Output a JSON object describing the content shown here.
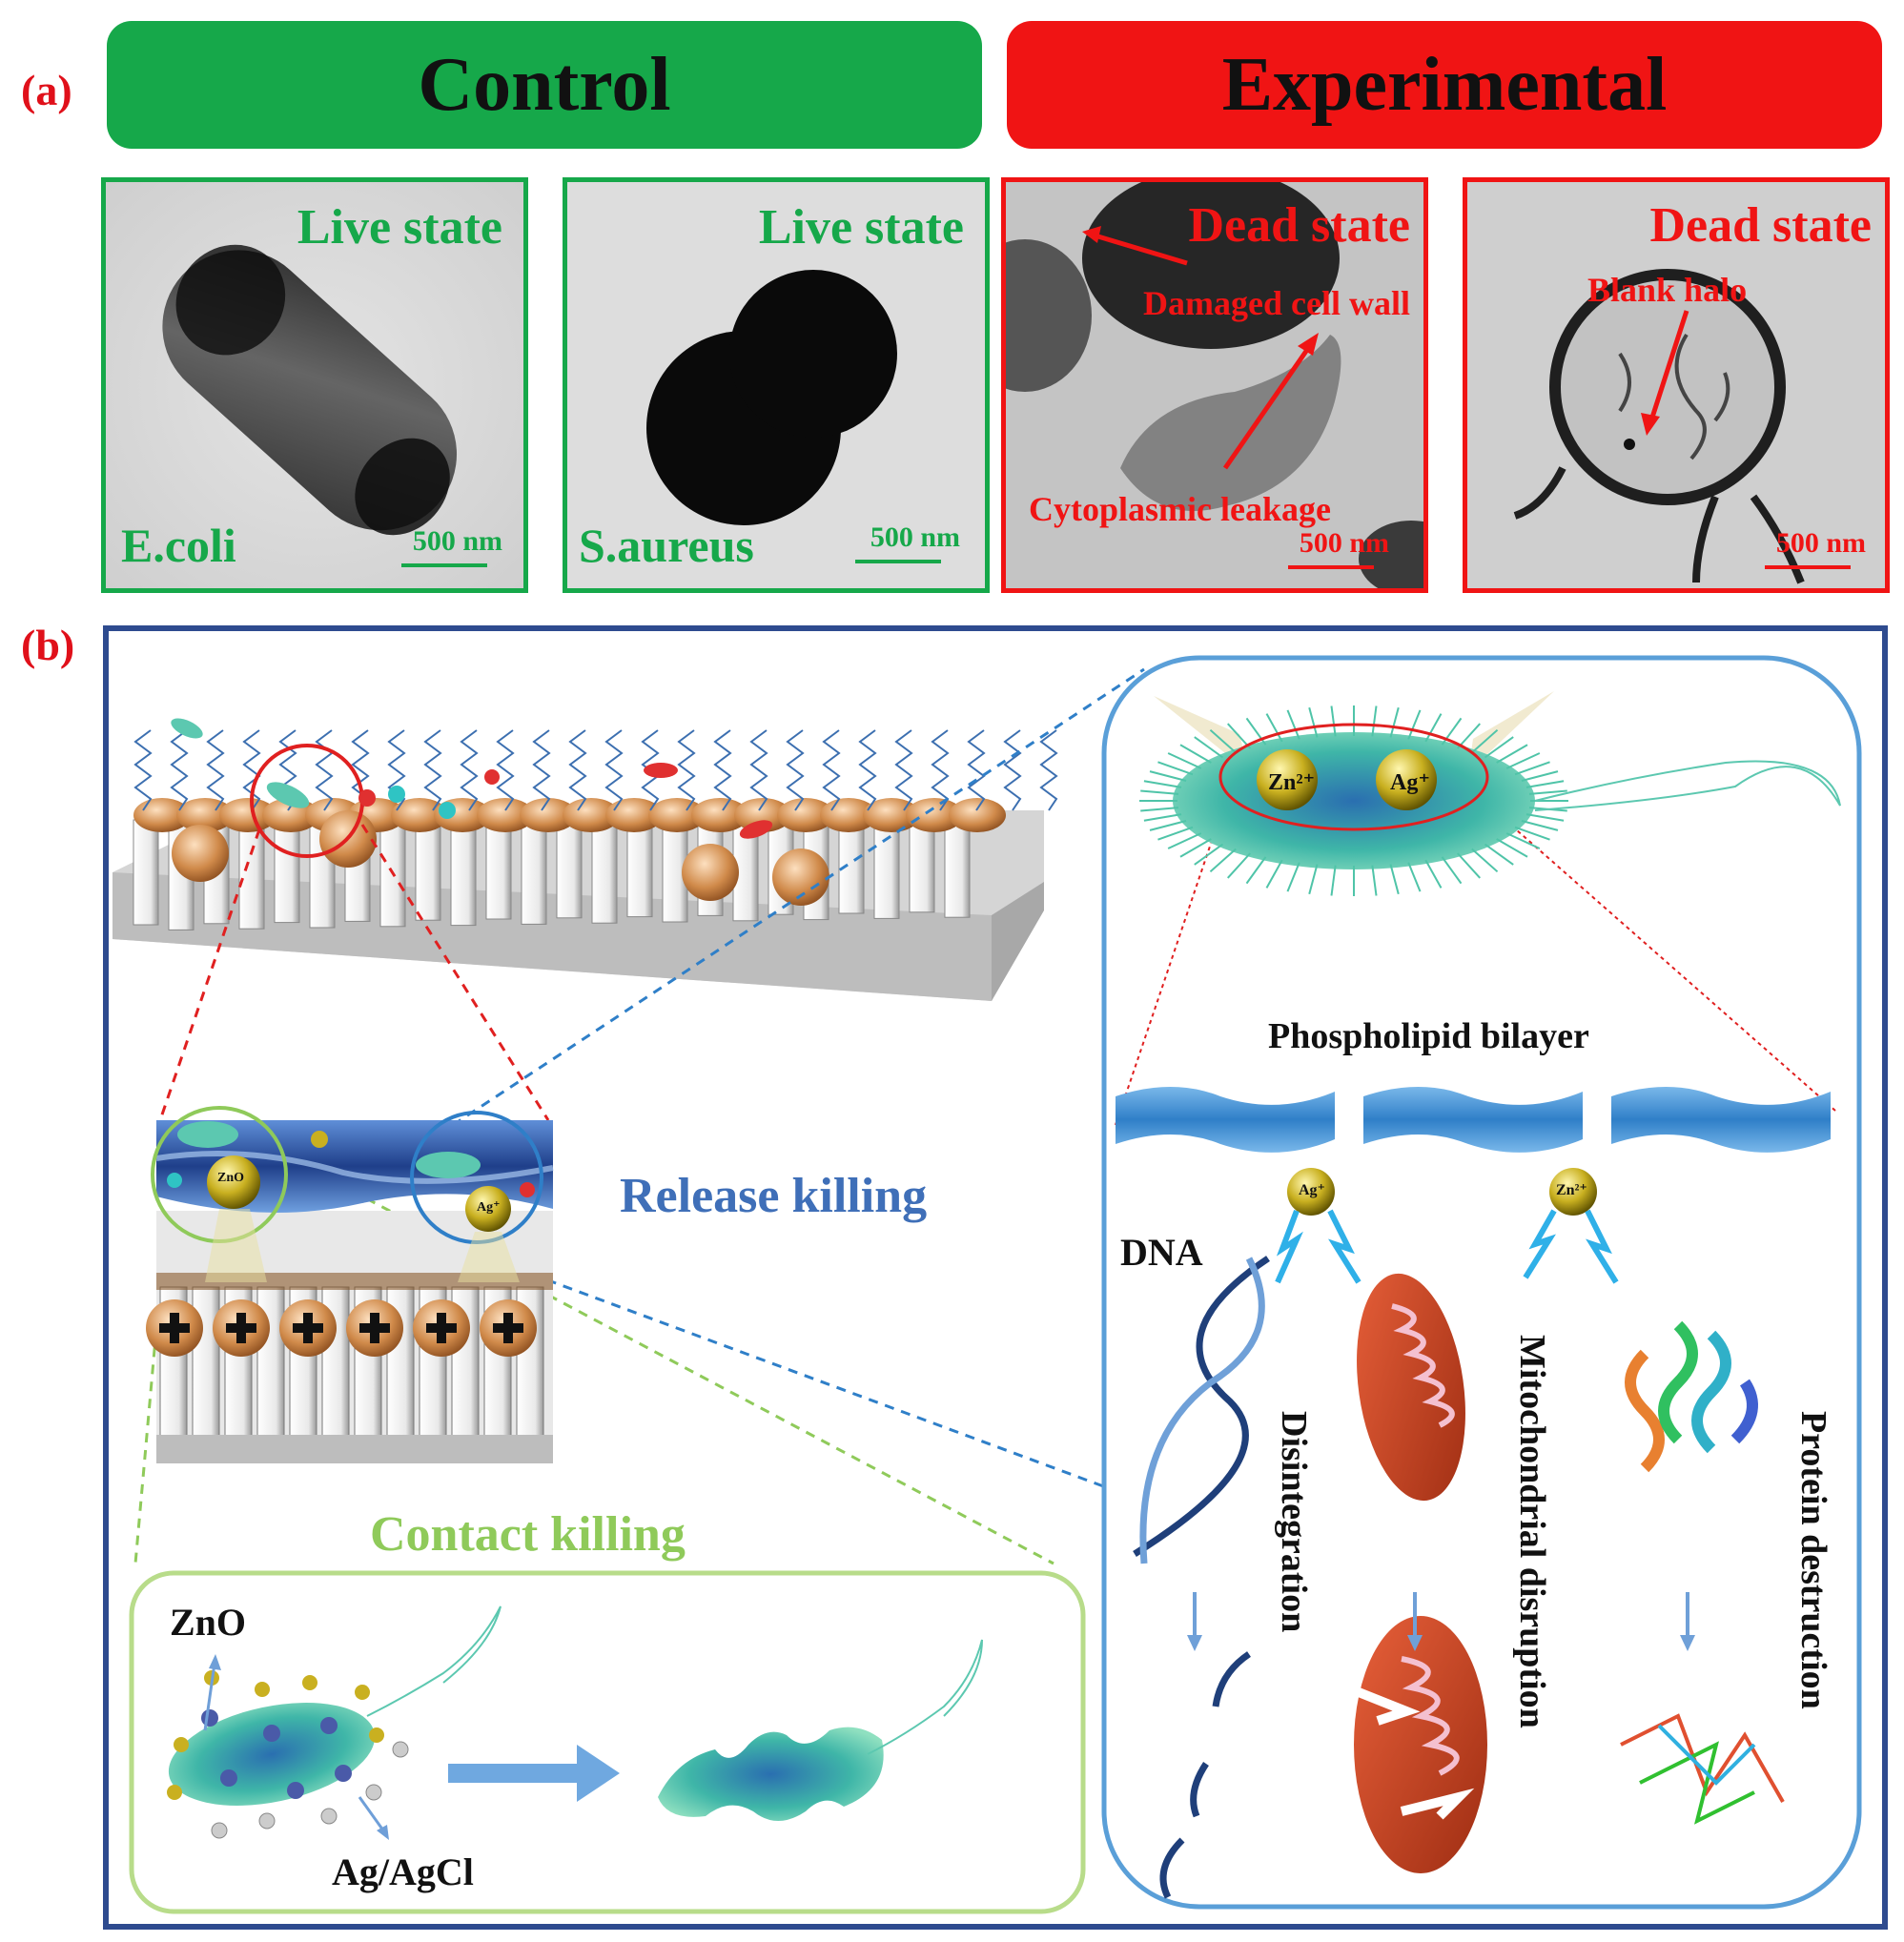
{
  "panel_a": {
    "label": "(a)",
    "control_title": "Control",
    "experimental_title": "Experimental",
    "colors": {
      "control": "#16a84a",
      "experimental": "#f01414"
    },
    "tiles": [
      {
        "state": "Live state",
        "organism": "E.coli",
        "scale": "500 nm"
      },
      {
        "state": "Live state",
        "organism": "S.aureus",
        "scale": "500 nm"
      },
      {
        "state": "Dead state",
        "annot1": "Damaged cell wall",
        "annot2": "Cytoplasmic leakage",
        "scale": "500 nm"
      },
      {
        "state": "Dead state",
        "annot1": "Blank halo",
        "scale": "500 nm"
      }
    ]
  },
  "panel_b": {
    "label": "(b)",
    "release_killing": "Release killing",
    "contact_killing": "Contact killing",
    "zno": "ZnO",
    "agagcl": "Ag/AgCl",
    "zn_ion": "Zn²⁺",
    "ag_ion": "Ag⁺",
    "phospholipid": "Phospholipid bilayer",
    "dna": "DNA",
    "disintegration": "Disintegration",
    "mito": "Mitochondrial  disruption",
    "protein": "Protein destruction",
    "zno_small": "ZnO",
    "ag_small": "Ag⁺"
  }
}
